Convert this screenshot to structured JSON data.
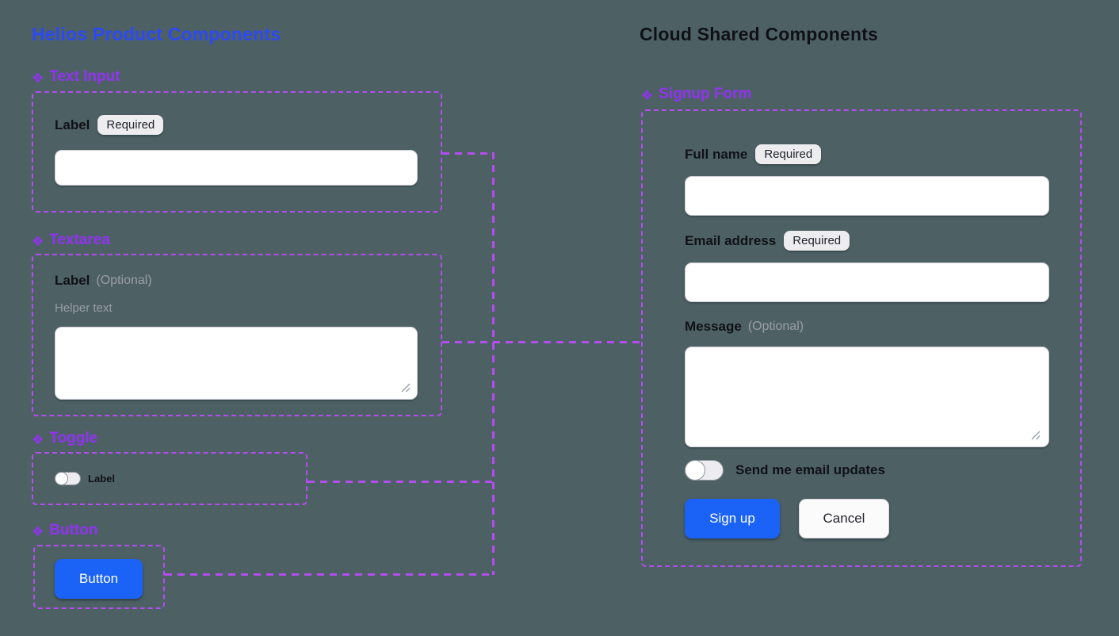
{
  "colors": {
    "background": "#4d6165",
    "connector_purple": "#b44cf0",
    "header_purple": "#9232f2",
    "title_blue": "#2d49f5",
    "primary_blue": "#1b63f7"
  },
  "icons": {
    "component": "❖"
  },
  "helios": {
    "title": "Helios Product Components",
    "text_input": {
      "section": "Text Input",
      "label": "Label",
      "badge": "Required",
      "value": ""
    },
    "textarea": {
      "section": "Textarea",
      "label": "Label",
      "optional": "(Optional)",
      "helper": "Helper text",
      "value": ""
    },
    "toggle": {
      "section": "Toggle",
      "label": "Label",
      "state": "off"
    },
    "button": {
      "section": "Button",
      "label": "Button"
    }
  },
  "cloud": {
    "title": "Cloud Shared Components",
    "signup": {
      "section": "Signup Form",
      "full_name": {
        "label": "Full name",
        "badge": "Required",
        "value": ""
      },
      "email": {
        "label": "Email address",
        "badge": "Required",
        "value": ""
      },
      "message": {
        "label": "Message",
        "optional": "(Optional)",
        "value": ""
      },
      "updates": {
        "label": "Send me email updates",
        "state": "off"
      },
      "signup_label": "Sign up",
      "cancel_label": "Cancel"
    }
  }
}
